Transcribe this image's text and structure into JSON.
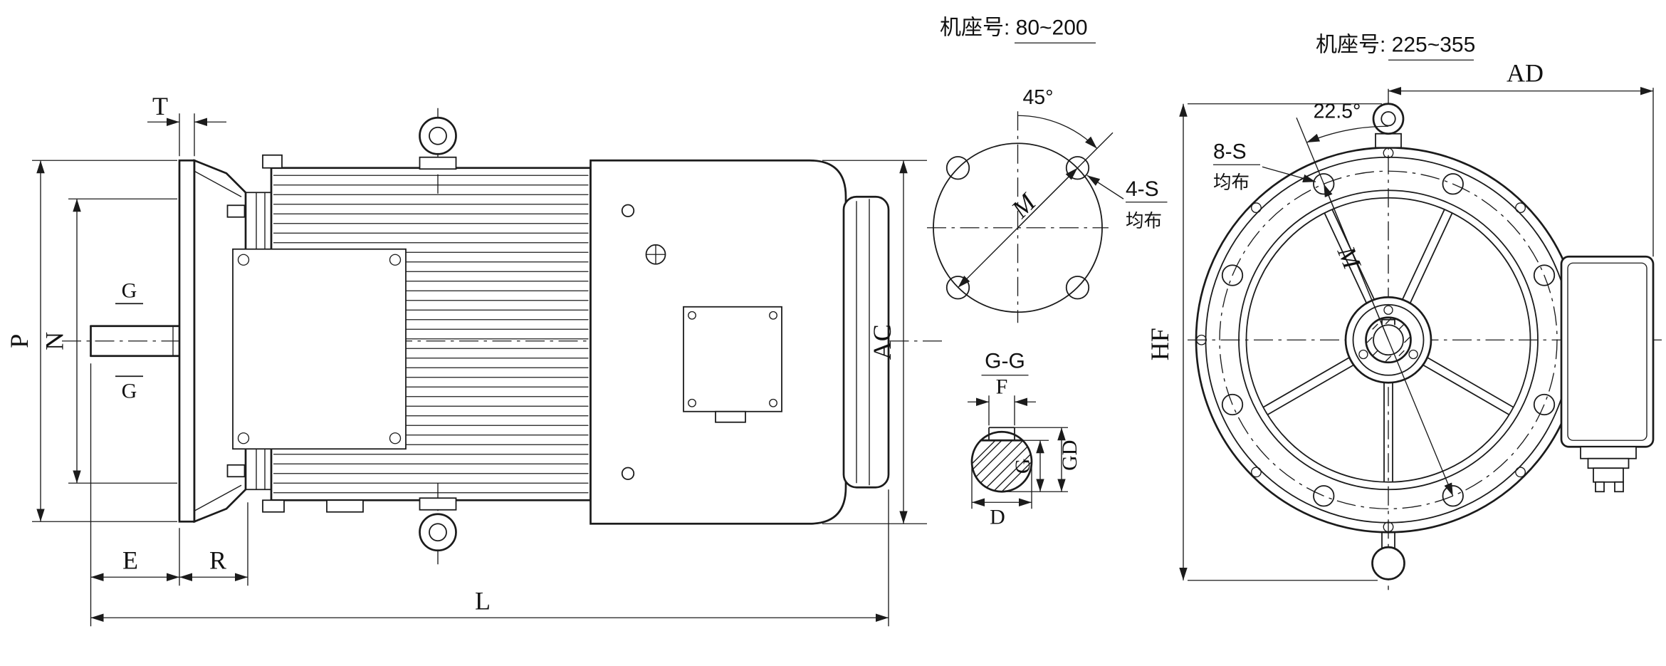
{
  "drawing": {
    "side_view": {
      "labels": {
        "T": "T",
        "P": "P",
        "N": "N",
        "G_top": "G",
        "G_bottom": "G",
        "E": "E",
        "R": "R",
        "L": "L",
        "AC": "AC"
      }
    },
    "flange_4hole": {
      "title": "机座号: 80~200",
      "angle": "45°",
      "hole_count": "4-S",
      "distribution": "均布",
      "pitch_diameter": "M"
    },
    "section": {
      "title": "G-G",
      "labels": {
        "F": "F",
        "GD": "GD",
        "G": "G",
        "D": "D"
      }
    },
    "flange_8hole": {
      "title": "机座号: 225~355",
      "angle": "22.5°",
      "hole_count": "8-S",
      "distribution": "均布",
      "pitch_diameter": "M",
      "labels": {
        "AD": "AD",
        "HF": "HF"
      }
    },
    "colors": {
      "line": "#1b1b1b",
      "background": "#ffffff"
    }
  }
}
